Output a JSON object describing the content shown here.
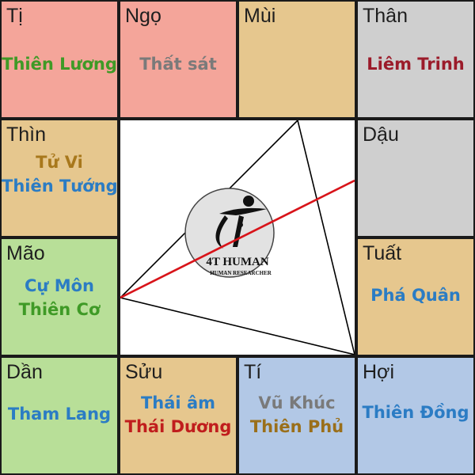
{
  "colors": {
    "red_cell": "#f4a59a",
    "tan_cell": "#e6c78e",
    "gray_cell": "#cfcfcf",
    "green_cell": "#b8df98",
    "blue_cell": "#b2c8e6",
    "green_text": "#3f9a26",
    "gray_text": "#7a7a7a",
    "crimson_text": "#9b1b2a",
    "gold_text": "#a8781c",
    "blue_text": "#2b7cc4",
    "red_text": "#c01d1d",
    "brown_text": "#9a6f1a",
    "red_line": "#d8141a"
  },
  "cells": {
    "ti_top": {
      "name": "Tị",
      "stars": [
        "Thiên Lương"
      ]
    },
    "ngo": {
      "name": "Ngọ",
      "stars": [
        "Thất sát"
      ]
    },
    "mui": {
      "name": "Mùi",
      "stars": []
    },
    "than": {
      "name": "Thân",
      "stars": [
        "Liêm Trinh"
      ]
    },
    "thin": {
      "name": "Thìn",
      "stars": [
        "Tử Vi",
        "Thiên Tướng"
      ]
    },
    "dau": {
      "name": "Dậu",
      "stars": []
    },
    "mao": {
      "name": "Mão",
      "stars": [
        "Cự Môn",
        "Thiên Cơ"
      ]
    },
    "tuat": {
      "name": "Tuất",
      "stars": [
        "Phá Quân"
      ]
    },
    "dan": {
      "name": "Dần",
      "stars": [
        "Tham Lang"
      ]
    },
    "suu": {
      "name": "Sửu",
      "stars": [
        "Thái âm",
        "Thái Dương"
      ]
    },
    "ti_bottom": {
      "name": "Tí",
      "stars": [
        "Vũ Khúc",
        "Thiên Phủ"
      ]
    },
    "hoi": {
      "name": "Hợi",
      "stars": [
        "Thiên Đồng"
      ]
    }
  },
  "logo": {
    "title": "4T HUMAN",
    "subtitle": "HUMAN RESEARCHER"
  }
}
